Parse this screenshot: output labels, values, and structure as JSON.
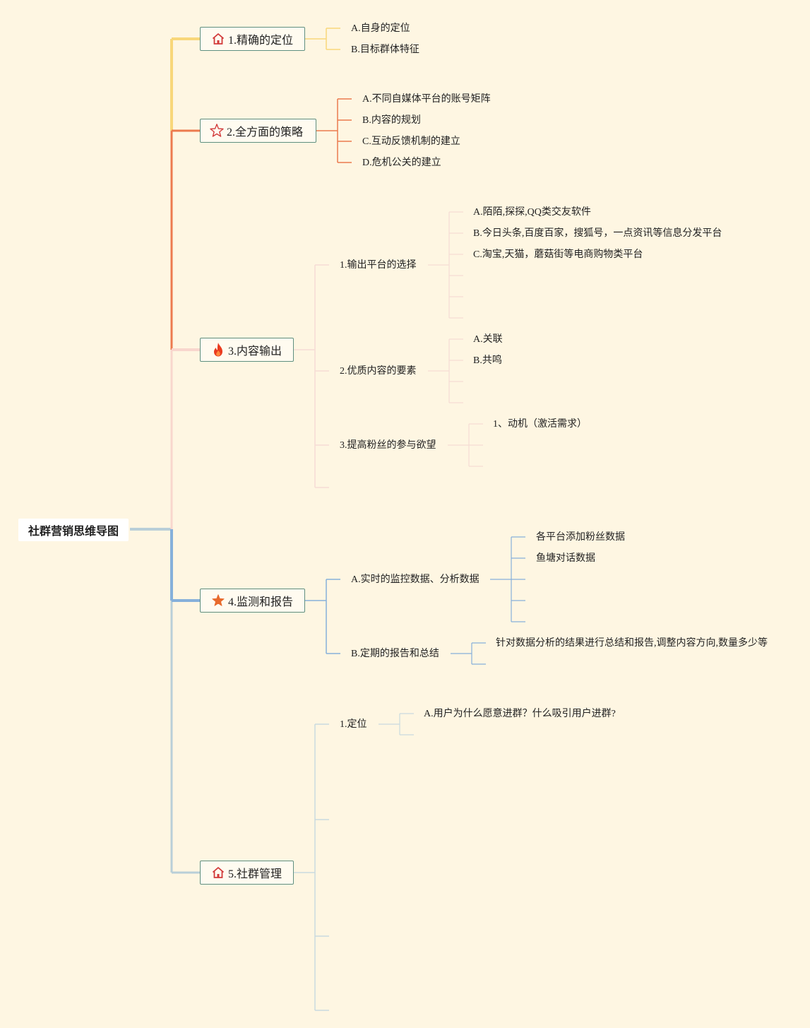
{
  "root": "社群营销思维导图",
  "colors": {
    "background": "#fef6e2",
    "branch1": "#f8d77a",
    "branch2": "#ec7a4e",
    "branch3": "#f5c7bf",
    "branch4": "#86b0da",
    "branch5": "#b9cfd8"
  },
  "topics": [
    {
      "label": "1.精确的定位",
      "icon": "house-icon",
      "children": [
        "A.自身的定位",
        "B.目标群体特征"
      ]
    },
    {
      "label": "2.全方面的策略",
      "icon": "star-outline-icon",
      "children": [
        "A.不同自媒体平台的账号矩阵",
        "B.内容的规划",
        "C.互动反馈机制的建立",
        "D.危机公关的建立"
      ]
    },
    {
      "label": "3.内容输出",
      "icon": "fire-icon",
      "children": [
        {
          "label": "1.输出平台的选择",
          "children": [
            "A.陌陌,探探,QQ类交友软件",
            "B.今日头条,百度百家，搜狐号，一点资讯等信息分发平台",
            "C.淘宝,天猫，蘑菇街等电商购物类平台"
          ]
        },
        {
          "label": "2.优质内容的要素",
          "children": [
            "A.关联",
            "B.共鸣"
          ]
        },
        {
          "label": "3.提高粉丝的参与欲望",
          "children": [
            "1、动机（激活需求）"
          ]
        }
      ]
    },
    {
      "label": "4.监测和报告",
      "icon": "star-filled-icon",
      "children": [
        {
          "label": "A.实时的监控数据、分析数据",
          "children": [
            "各平台添加粉丝数据",
            "鱼塘对话数据"
          ]
        },
        {
          "label": "B.定期的报告和总结",
          "children": [
            "针对数据分析的结果进行总结和报告,调整内容方向,数量多少等"
          ]
        }
      ]
    },
    {
      "label": "5.社群管理",
      "icon": "house-icon",
      "children": [
        {
          "label": "1.定位",
          "children": [
            "A.用户为什么愿意进群？什么吸引用户进群?"
          ]
        }
      ]
    }
  ]
}
